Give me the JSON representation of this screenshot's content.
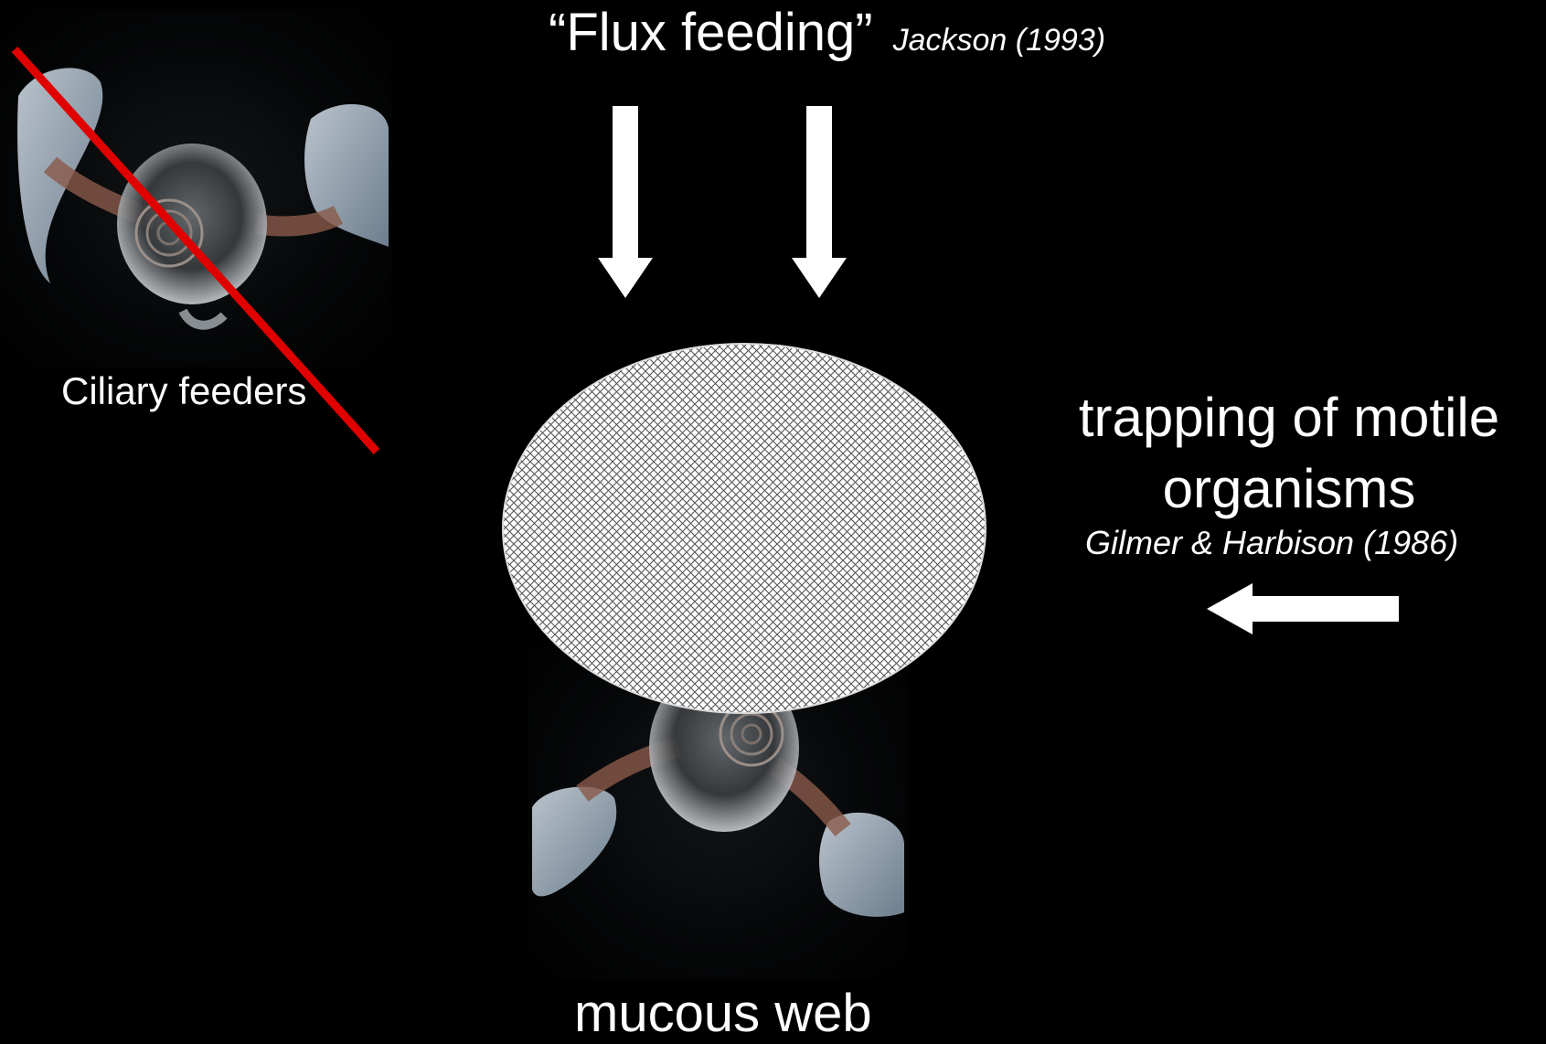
{
  "title": {
    "main": "“Flux feeding”",
    "citation": "Jackson (1993)"
  },
  "left_panel": {
    "label": "Ciliary feeders",
    "strike_color": "#e00000"
  },
  "center": {
    "label": "mucous web"
  },
  "right_panel": {
    "label": "trapping of motile organisms",
    "citation": "Gilmer & Harbison (1986)"
  },
  "colors": {
    "background": "#000000",
    "text": "#ffffff",
    "arrow": "#ffffff"
  }
}
